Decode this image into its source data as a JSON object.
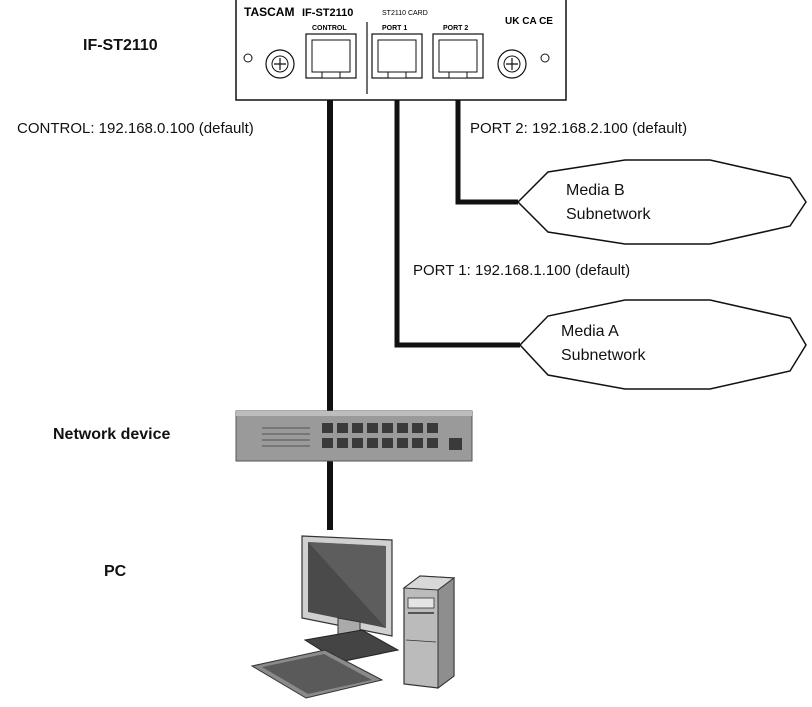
{
  "card": {
    "title": "IF-ST2110",
    "brand": "TASCAM",
    "model": "IF-ST2110",
    "card_label": "ST2110 CARD",
    "marks": "UK CA CE",
    "port_labels": [
      "CONTROL",
      "PORT 1",
      "PORT 2"
    ]
  },
  "connections": {
    "control": "CONTROL: 192.168.0.100 (default)",
    "port1": "PORT 1: 192.168.1.100 (default)",
    "port2": "PORT 2: 192.168.2.100 (default)"
  },
  "networks": {
    "media_b_line1": "Media B",
    "media_b_line2": "Subnetwork",
    "media_a_line1": "Media A",
    "media_a_line2": "Subnetwork"
  },
  "devices": {
    "network_device": "Network device",
    "pc": "PC"
  },
  "colors": {
    "line": "#111111",
    "device_gray": "#9a9a9a",
    "port_dark": "#3a3a3a"
  }
}
